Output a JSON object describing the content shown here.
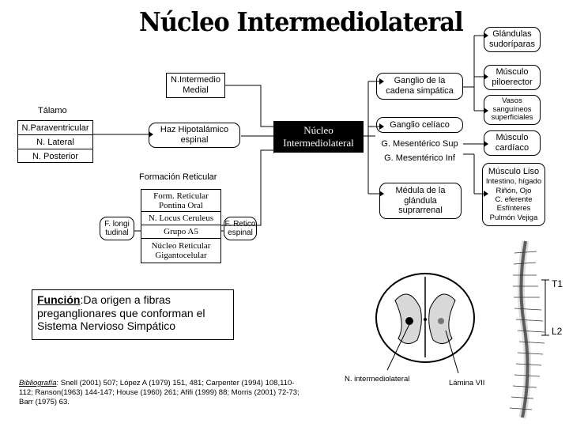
{
  "title": "Núcleo Intermediolateral",
  "left": {
    "intermedio_medial": [
      "N.Intermedio",
      "Medial"
    ],
    "talamo_label": "Tálamo",
    "talamo_items": [
      "N.Paraventricular",
      "N. Lateral",
      "N. Posterior"
    ],
    "haz": [
      "Haz Hipotalámico",
      "espinal"
    ],
    "formacion_label": "Formación Reticular",
    "reticular_items": [
      [
        "Form. Reticular",
        "Pontina Oral"
      ],
      [
        "N. Locus Ceruleus"
      ],
      [
        "Grupo A5"
      ],
      [
        "Núcleo Reticular",
        "Gigantocelular"
      ]
    ],
    "fasciculo_long": [
      "F. longi",
      "tudinal"
    ],
    "f_reticulo": [
      "F. Retico",
      "espinal"
    ]
  },
  "center": {
    "nucleus": [
      "Núcleo",
      "Intermediolateral"
    ],
    "ganglio_cadena": [
      "Ganglio de la",
      "cadena simpática"
    ],
    "ganglio_celiaco": "Ganglio celíaco",
    "g_mes_sup": "G. Mesentérico Sup",
    "g_mes_inf": "G. Mesentérico Inf",
    "medula": [
      "Médula de la",
      "glándula",
      "suprarrenal"
    ]
  },
  "right": {
    "glandulas": [
      "Glándulas",
      "sudoríparas"
    ],
    "musculo_piloerector": [
      "Músculo",
      "piloerector"
    ],
    "vasos": [
      "Vasos",
      "sanguíneos",
      "superficiales"
    ],
    "musculo_cardiaco": [
      "Músculo",
      "cardíaco"
    ],
    "musculo_liso_title": "Músculo Liso",
    "musculo_liso_items": [
      "Intestino, hígado",
      "Riñón, Ojo",
      "C. eferente",
      "Esfínteres",
      "Pulmón Vejiga"
    ]
  },
  "funcion": {
    "label": "Función",
    "text": ":Da origen a fibras preganglionares que conforman el Sistema Nervioso Simpático"
  },
  "spine": {
    "label_top": "T1",
    "label_bottom": "L2"
  },
  "section": {
    "label_left": "N. intermediolateral",
    "label_right": "Lámina VII"
  },
  "bibliografia": {
    "label": "Bibliografía",
    "text": ": Snell (2001) 507; López A (1979) 151, 481; Carpenter (1994) 108,110-112; Ranson(1963) 144-147; House (1960) 261; Afifi (1999) 88; Morris (2001) 72-73; Barr (1975) 63."
  }
}
